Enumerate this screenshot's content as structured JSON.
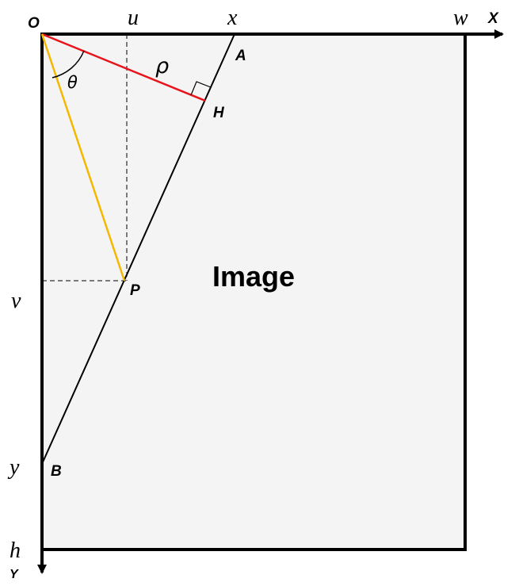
{
  "diagram": {
    "image_label": "Image",
    "origin_label": "O",
    "x_axis_label": "X",
    "y_axis_label": "Y",
    "top_labels": {
      "u": "u",
      "x": "x",
      "w": "w"
    },
    "left_labels": {
      "v": "v",
      "y": "y",
      "h": "h"
    },
    "point_labels": {
      "A": "A",
      "H": "H",
      "P": "P",
      "B": "B"
    },
    "greek": {
      "theta": "θ",
      "rho": "ρ"
    },
    "colors": {
      "image_fill": "#f4f4f4",
      "border": "#000000",
      "rho_segment": "#e8141c",
      "op_segment": "#f5b800",
      "guide_lines": "#000000"
    }
  }
}
